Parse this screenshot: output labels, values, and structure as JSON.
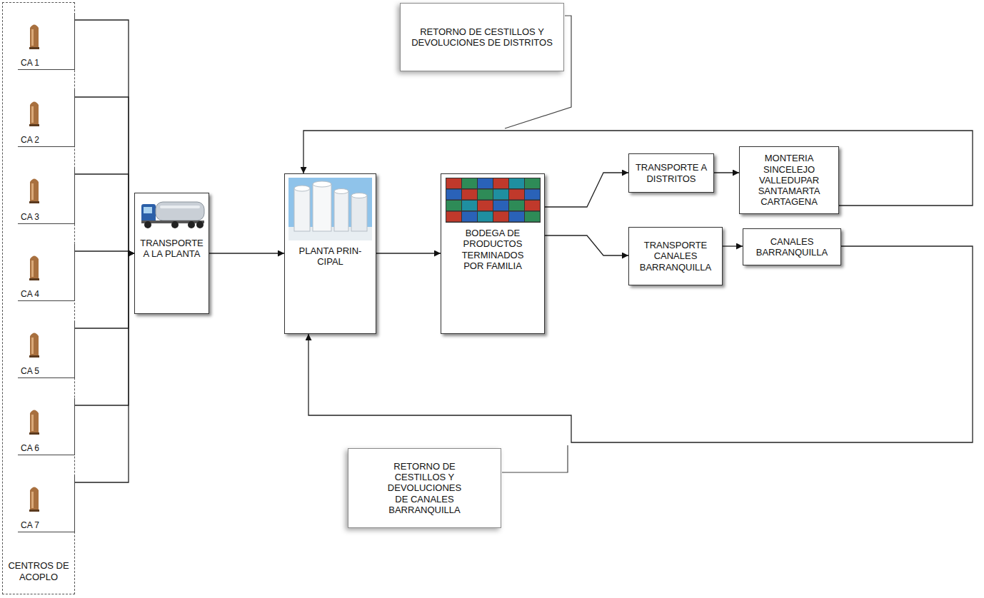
{
  "diagram": {
    "nodes": [
      {
        "text": [
          "CENTROS DE ACOPLO"
        ]
      },
      {
        "text": [
          "CA 1"
        ],
        "in": 0
      },
      {
        "text": [
          "CA 2"
        ],
        "in": 0
      },
      {
        "text": [
          "CA 3"
        ],
        "in": 0
      },
      {
        "text": [
          "CA 4"
        ],
        "in": 0
      },
      {
        "text": [
          "CA 5"
        ],
        "in": 0
      },
      {
        "text": [
          "CA 6"
        ],
        "in": 0
      },
      {
        "text": [
          "CA 7"
        ],
        "in": 0
      },
      {
        "text": [
          "TRANSPORTE A LA PLANTA"
        ]
      },
      {
        "text": [
          "PLANTA PRIN- CIPAL"
        ]
      },
      {
        "text": [
          "BODEGA DE PRODUCTOS TERMINADOS POR FAMILIA"
        ]
      },
      {
        "text": [
          "TRANSPORTE A DISTRITOS"
        ]
      },
      {
        "text": [
          "MONTERIA SINCELEJO VALLEDUPAR SANTAMARTA CARTAGENA"
        ]
      },
      {
        "text": [
          "TRANSPORTE CANALES BARRANQUILLA"
        ]
      },
      {
        "text": [
          "CANALES BARRANQUILLA"
        ]
      }
    ],
    "edges": [
      {
        "from": 1,
        "to": 8,
        "arrow": "to"
      },
      {
        "from": 2,
        "to": 8,
        "arrow": "to"
      },
      {
        "from": 3,
        "to": 8,
        "arrow": "to"
      },
      {
        "from": 4,
        "to": 8,
        "arrow": "to"
      },
      {
        "from": 5,
        "to": 8,
        "arrow": "to"
      },
      {
        "from": 6,
        "to": 8,
        "arrow": "to"
      },
      {
        "from": 7,
        "to": 8,
        "arrow": "to"
      },
      {
        "from": 8,
        "to": 9,
        "arrow": "to"
      },
      {
        "from": 9,
        "to": 10,
        "arrow": "to"
      },
      {
        "from": 10,
        "to": 11,
        "arrow": "to"
      },
      {
        "from": 10,
        "to": 13,
        "arrow": "to"
      },
      {
        "from": 11,
        "to": 12,
        "arrow": "to"
      },
      {
        "from": 13,
        "to": 14,
        "arrow": "to"
      },
      {
        "from": 12,
        "to": 9,
        "label": "RETORNO DE CESTILLOS Y DEVOLUCIONES DE DISTRITOS",
        "arrow": "to"
      },
      {
        "from": 14,
        "to": 9,
        "label": "RETORNO DE CESTILLOS Y DEVOLUCIONES DE CANALES BARRANQUILLA",
        "arrow": "to"
      }
    ]
  }
}
